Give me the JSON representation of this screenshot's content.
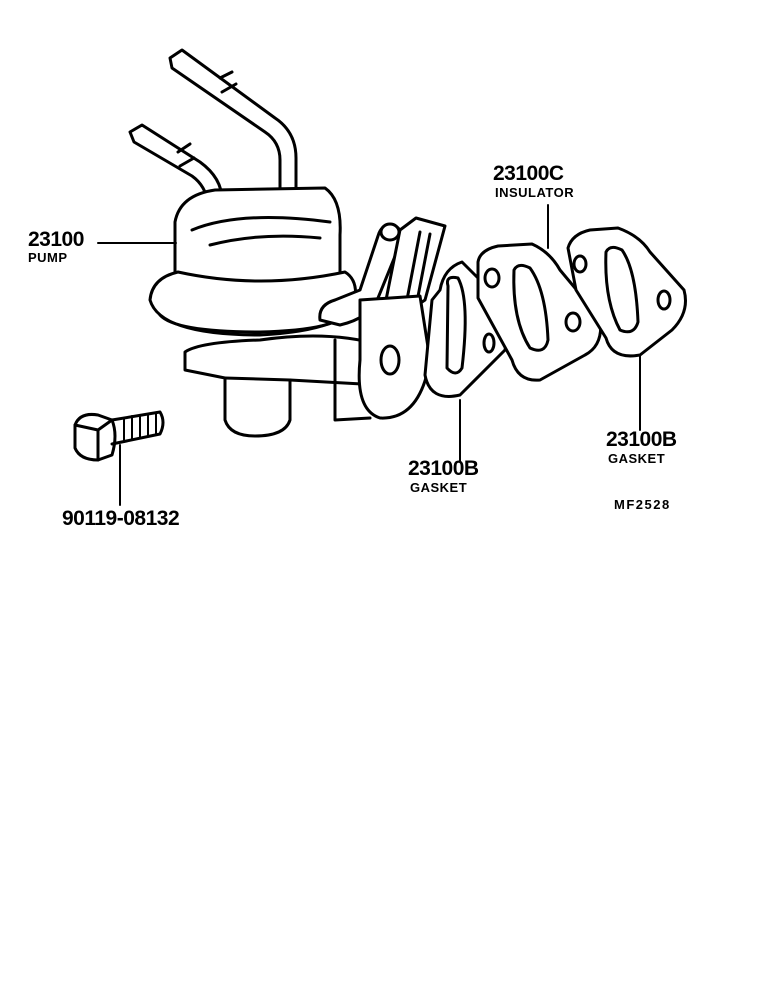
{
  "diagram": {
    "title_code": "MF2528",
    "parts": [
      {
        "part_number": "23100",
        "name": "PUMP"
      },
      {
        "part_number": "23100C",
        "name": "INSULATOR"
      },
      {
        "part_number": "23100B",
        "name": "GASKET"
      },
      {
        "part_number": "23100B",
        "name": "GASKET"
      },
      {
        "part_number": "90119-08132",
        "name": ""
      }
    ],
    "colors": {
      "line": "#000000",
      "background": "#ffffff"
    }
  }
}
